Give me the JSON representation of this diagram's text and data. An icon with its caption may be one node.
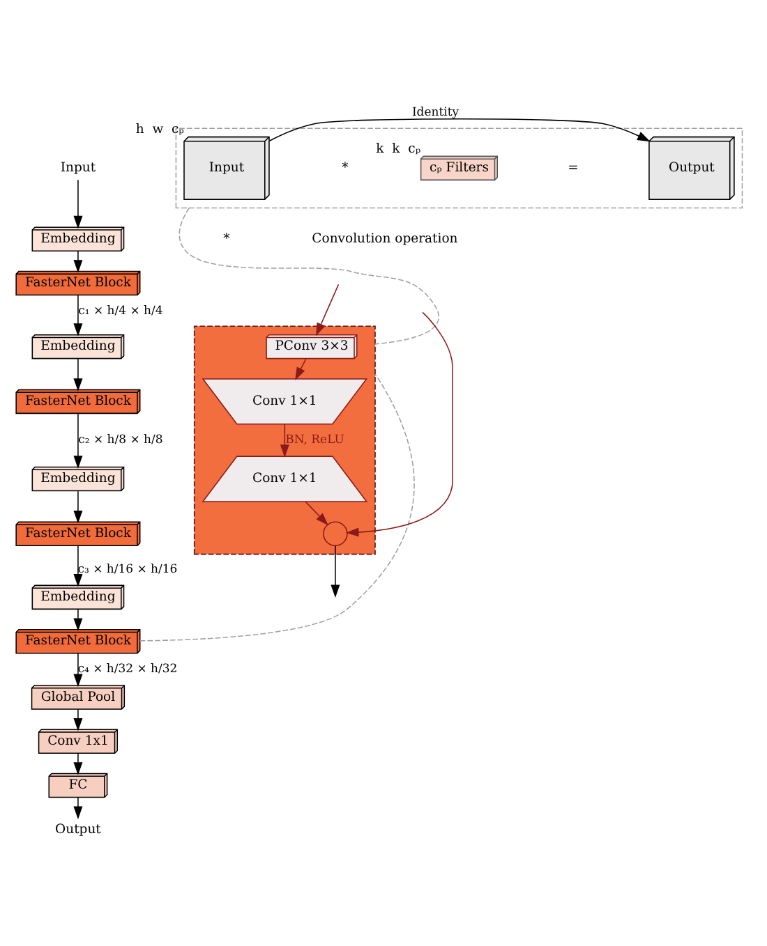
{
  "diagram": {
    "nodes": [
      {
        "text": [
          "Input"
        ]
      },
      {
        "text": [
          "Embedding"
        ]
      },
      {
        "text": [
          "FasterNet Block"
        ]
      },
      {
        "text": [
          "Embedding"
        ]
      },
      {
        "text": [
          "FasterNet Block"
        ]
      },
      {
        "text": [
          "Embedding"
        ]
      },
      {
        "text": [
          "FasterNet Block"
        ]
      },
      {
        "text": [
          "Embedding"
        ]
      },
      {
        "text": [
          "FasterNet Block"
        ]
      },
      {
        "text": [
          "Global Pool"
        ]
      },
      {
        "text": [
          "Conv 1x1"
        ]
      },
      {
        "text": [
          "FC"
        ]
      },
      {
        "text": [
          "Output"
        ]
      },
      {
        "text": [],
        "shape": "box"
      },
      {
        "text": [
          "Input"
        ],
        "in": 13,
        "beside": [
          "h",
          "w",
          "cₚ"
        ]
      },
      {
        "text": [
          "cₚ Filters"
        ],
        "in": 13,
        "beside": [
          "k",
          "k",
          "cₚ"
        ]
      },
      {
        "text": [
          "Output"
        ],
        "in": 13
      },
      {
        "text": [],
        "shape": "box"
      },
      {
        "text": [
          "PConv 3×3"
        ],
        "in": 17
      },
      {
        "text": [
          "Conv 1×1"
        ],
        "in": 17
      },
      {
        "text": [
          "Conv 1×1"
        ],
        "in": 17
      },
      {
        "text": [],
        "shape": "circle",
        "in": 17
      }
    ],
    "edges": [
      {
        "from": 0,
        "to": 1,
        "arrow": "to"
      },
      {
        "from": 1,
        "to": 2,
        "arrow": "to"
      },
      {
        "from": 2,
        "to": 3,
        "arrow": "to",
        "label": "c₁ × h/4 × h/4"
      },
      {
        "from": 3,
        "to": 4,
        "arrow": "to"
      },
      {
        "from": 4,
        "to": 5,
        "arrow": "to",
        "label": "c₂ × h/8 × h/8"
      },
      {
        "from": 5,
        "to": 6,
        "arrow": "to"
      },
      {
        "from": 6,
        "to": 7,
        "arrow": "to",
        "label": "c₃ × h/16 × h/16"
      },
      {
        "from": 7,
        "to": 8,
        "arrow": "to"
      },
      {
        "from": 8,
        "to": 9,
        "arrow": "to",
        "label": "c₄ × h/32 × h/32"
      },
      {
        "from": 9,
        "to": 10,
        "arrow": "to"
      },
      {
        "from": 10,
        "to": 11,
        "arrow": "to"
      },
      {
        "from": 11,
        "to": 12,
        "arrow": "to"
      },
      {
        "from": 14,
        "to": 16,
        "arrow": "to",
        "label": "Identity"
      },
      {
        "from": 13,
        "to": 17,
        "arrow": "none",
        "style": "dashed",
        "color": "#a0a0a0"
      },
      {
        "from": 8,
        "to": 17,
        "arrow": "none",
        "style": "dashed",
        "color": "#a0a0a0"
      },
      {
        "from": null,
        "to": 18,
        "arrow": "to",
        "color": "#8b1a1a"
      },
      {
        "from": 18,
        "to": 19,
        "arrow": "to",
        "color": "#8b1a1a"
      },
      {
        "from": 19,
        "to": 20,
        "arrow": "to",
        "label": "BN, ReLU",
        "color": "#8b1a1a"
      },
      {
        "from": 20,
        "to": 21,
        "arrow": "to",
        "color": "#8b1a1a"
      },
      {
        "from": null,
        "to": 21,
        "arrow": "to",
        "color": "#8b1a1a"
      },
      {
        "from": 21,
        "to": null,
        "arrow": "to"
      }
    ],
    "labels": [
      "*",
      "=",
      "*"
    ],
    "legend": [
      {
        "text": "Convolution operation"
      }
    ]
  }
}
